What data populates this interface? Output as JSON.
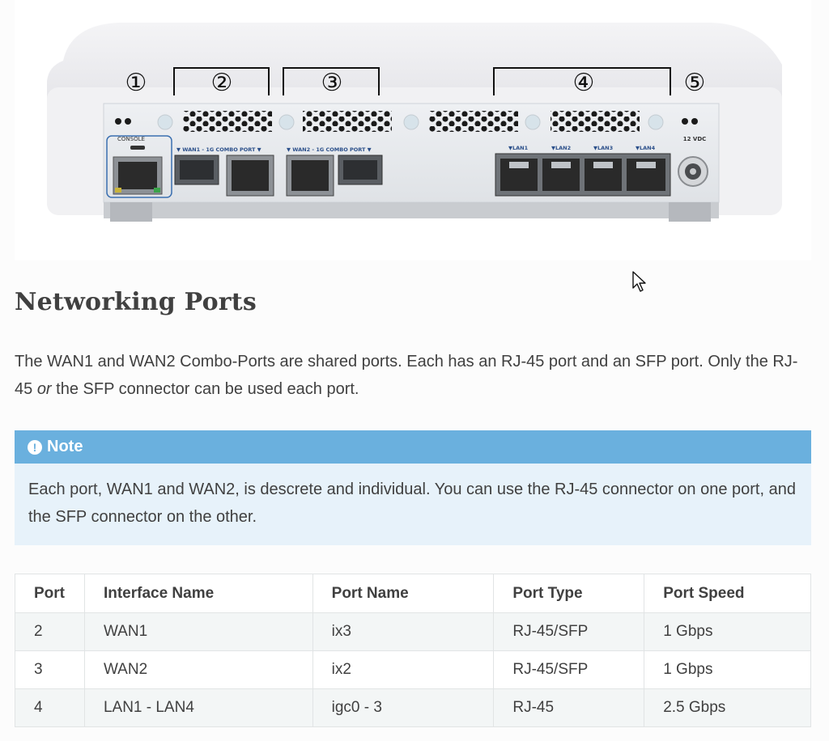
{
  "figure": {
    "callouts": [
      "①",
      "②",
      "③",
      "④",
      "⑤"
    ],
    "labels": {
      "console": "CONSOLE",
      "wan1": "▼ WAN1 - 1G COMBO PORT ▼",
      "wan2": "▼ WAN2 - 1G COMBO PORT ▼",
      "lan1": "▼LAN1",
      "lan2": "▼LAN2",
      "lan3": "▼LAN3",
      "lan4": "▼LAN4",
      "power": "12 VDC"
    }
  },
  "heading": "Networking Ports",
  "intro": {
    "part1": "The WAN1 and WAN2 Combo-Ports are shared ports. Each has an RJ-45 port and an SFP port. Only the RJ-45 ",
    "emph": "or",
    "part2": " the SFP connector can be used each port."
  },
  "note": {
    "icon": "!",
    "title": "Note",
    "body": "Each port, WAN1 and WAN2, is descrete and individual. You can use the RJ-45 connector on one port, and the SFP connector on the other."
  },
  "table": {
    "headers": [
      "Port",
      "Interface Name",
      "Port Name",
      "Port Type",
      "Port Speed"
    ],
    "rows": [
      [
        "2",
        "WAN1",
        "ix3",
        "RJ-45/SFP",
        "1 Gbps"
      ],
      [
        "3",
        "WAN2",
        "ix2",
        "RJ-45/SFP",
        "1 Gbps"
      ],
      [
        "4",
        "LAN1 - LAN4",
        "igc0 - 3",
        "RJ-45",
        "2.5 Gbps"
      ]
    ]
  },
  "colors": {
    "note_header": "#6ab0de",
    "note_body": "#e7f2fa",
    "text": "#404040",
    "row_stripe": "#f3f6f6"
  }
}
